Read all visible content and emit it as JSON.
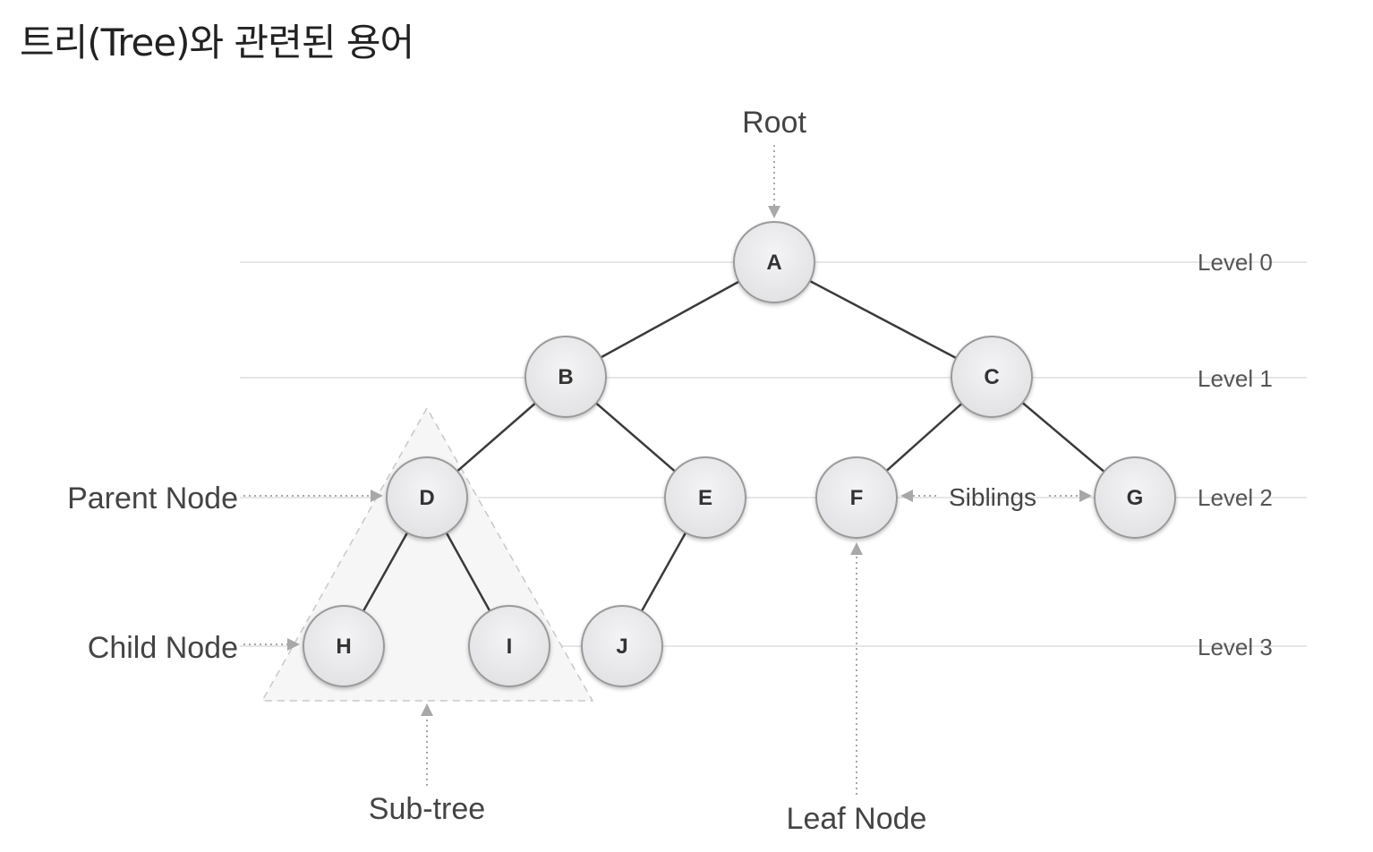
{
  "title": "트리(Tree)와 관련된 용어",
  "tree": {
    "nodes": [
      {
        "id": "A",
        "label": "A",
        "level": 0
      },
      {
        "id": "B",
        "label": "B",
        "level": 1
      },
      {
        "id": "C",
        "label": "C",
        "level": 1
      },
      {
        "id": "D",
        "label": "D",
        "level": 2
      },
      {
        "id": "E",
        "label": "E",
        "level": 2
      },
      {
        "id": "F",
        "label": "F",
        "level": 2
      },
      {
        "id": "G",
        "label": "G",
        "level": 2
      },
      {
        "id": "H",
        "label": "H",
        "level": 3
      },
      {
        "id": "I",
        "label": "I",
        "level": 3
      },
      {
        "id": "J",
        "label": "J",
        "level": 3
      }
    ],
    "edges": [
      [
        "A",
        "B"
      ],
      [
        "A",
        "C"
      ],
      [
        "B",
        "D"
      ],
      [
        "B",
        "E"
      ],
      [
        "C",
        "F"
      ],
      [
        "C",
        "G"
      ],
      [
        "D",
        "H"
      ],
      [
        "D",
        "I"
      ],
      [
        "E",
        "J"
      ]
    ]
  },
  "levels": [
    "Level 0",
    "Level 1",
    "Level 2",
    "Level 3"
  ],
  "annotations": {
    "root": "Root",
    "parent_node": "Parent Node",
    "child_node": "Child Node",
    "siblings": "Siblings",
    "sub_tree": "Sub-tree",
    "leaf_node": "Leaf Node"
  },
  "colors": {
    "node_fill": "#ebebed",
    "node_stroke": "#9a9a9a",
    "edge": "#3a3a3a",
    "level_line": "#e6e6e6",
    "pointer": "#a8a8a8",
    "subtree_fill": "#f6f6f6"
  }
}
